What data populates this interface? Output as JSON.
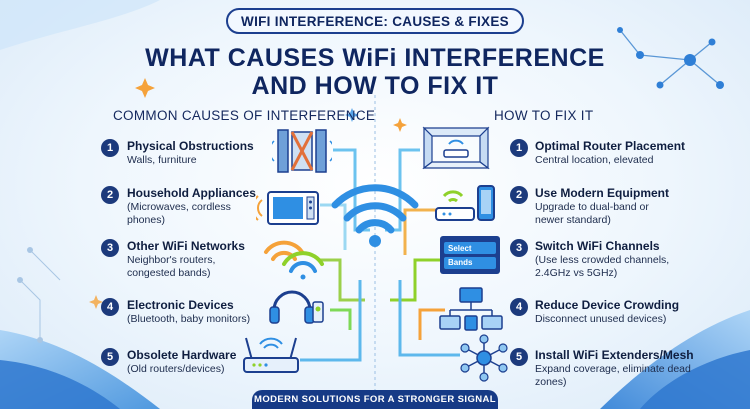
{
  "top_label": "WIFI INTERFERENCE: CAUSES & FIXES",
  "headline": {
    "line1": "WHAT CAUSES WiFi INTERFERENCE",
    "line2": "AND HOW TO FIX IT"
  },
  "causes": {
    "heading": "COMMON CAUSES OF INTERFERENCE",
    "items": [
      {
        "num": "1",
        "title": "Physical Obstructions",
        "desc": "Walls, furniture",
        "icon": "wall-obstruction-icon"
      },
      {
        "num": "2",
        "title": "Household Appliances",
        "desc": "(Microwaves, cordless phones)",
        "icon": "microwave-icon"
      },
      {
        "num": "3",
        "title": "Other WiFi Networks",
        "desc": "Neighbor's routers, congested bands)",
        "icon": "overlapping-wifi-icon"
      },
      {
        "num": "4",
        "title": "Electronic Devices",
        "desc": "(Bluetooth, baby monitors)",
        "icon": "headphones-icon"
      },
      {
        "num": "5",
        "title": "Obsolete Hardware",
        "desc": "(Old routers/devices)",
        "icon": "old-router-icon"
      }
    ]
  },
  "fixes": {
    "heading": "HOW TO FIX IT",
    "items": [
      {
        "num": "1",
        "title": "Optimal Router Placement",
        "desc": "Central location, elevated",
        "icon": "router-room-icon"
      },
      {
        "num": "2",
        "title": "Use Modern Equipment",
        "desc": "Upgrade to dual-band or newer standard)",
        "icon": "modern-router-phone-icon"
      },
      {
        "num": "3",
        "title": "Switch WiFi Channels",
        "desc": "(Use less crowded channels, 2.4GHz vs 5GHz)",
        "icon": "channel-settings-icon"
      },
      {
        "num": "4",
        "title": "Reduce Device Crowding",
        "desc": "Disconnect unused devices)",
        "icon": "devices-network-icon"
      },
      {
        "num": "5",
        "title": "Install WiFi Extenders/Mesh",
        "desc": "Expand coverage, eliminate dead zones)",
        "icon": "mesh-network-icon"
      }
    ]
  },
  "channel_panel": {
    "select": "Select",
    "bands": "Bands"
  },
  "footer": "MODERN SOLUTIONS FOR A STRONGER SIGNAL",
  "colors": {
    "navy": "#0f2660",
    "accent_blue": "#2f8fe3",
    "accent_green": "#8fd12a",
    "accent_orange": "#f5a23a",
    "footer_bg": "#163a86"
  }
}
